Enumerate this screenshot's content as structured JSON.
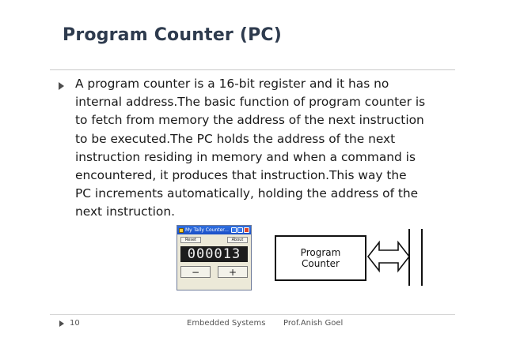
{
  "slide": {
    "title": "Program Counter (PC)",
    "body_lines": [
      "A program counter is a 16-bit register and it has no",
      "internal address.The basic function of program counter is",
      "to fetch from memory the address of the next instruction",
      "to be executed.The PC holds the address of the next",
      "instruction residing in memory and when a command is",
      "encountered, it produces that instruction.This way the",
      "PC increments automatically, holding the address of the",
      "next instruction."
    ]
  },
  "counter_window": {
    "title": "My Tally Counter...",
    "reset_label": "Reset",
    "about_label": "About",
    "display_value": "000013",
    "minus_label": "−",
    "plus_label": "+"
  },
  "diagram": {
    "box_line1": "Program",
    "box_line2": "Counter"
  },
  "footer": {
    "page_number": "10",
    "course": "Embedded Systems",
    "author": "Prof.Anish Goel"
  },
  "colors": {
    "title": "#2e3b4e",
    "bullet": "#4d4d4d",
    "text": "#1a1a1a"
  }
}
